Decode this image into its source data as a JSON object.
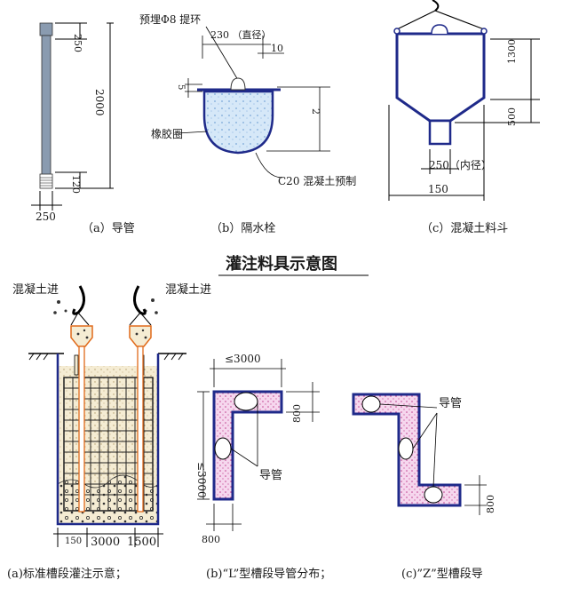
{
  "fig_top": {
    "title": "灌注料具示意图",
    "a": {
      "caption": "（a）导管",
      "dim_top": "250",
      "dim_len": "2000",
      "dim_bot": "120",
      "dim_width": "250"
    },
    "b": {
      "caption": "（b）隔水栓",
      "ring_label": "预埋Φ8 提环",
      "diameter_label": "230 （直径）",
      "dim_10": "10",
      "dim_5": "5",
      "dim_2": "2",
      "rubber_label": "橡胶圈",
      "concrete_label": "C20 混凝土预制"
    },
    "c": {
      "caption": "（c）混凝土料斗",
      "dim_1300": "1300",
      "dim_500": "500",
      "dim_inner": "250（内径）",
      "dim_150": "150"
    }
  },
  "fig_bottom": {
    "a": {
      "caption": "(a)标准槽段灌注示意；",
      "concrete_in_left": "混凝土进",
      "concrete_in_right": "混凝土进",
      "dim_150": "150",
      "dim_3000": "3000",
      "dim_1500": "1500"
    },
    "b": {
      "caption": "(b)“L”型槽段导管分布；",
      "dim_top": "≤3000",
      "dim_side": "≤3000",
      "dim_800_right": "800",
      "dim_800_bottom": "800",
      "pipe_label": "导管"
    },
    "c": {
      "caption": "(c)”Z”型槽段导",
      "pipe_label": "导管",
      "dim_800": "800"
    }
  },
  "colors": {
    "line": "#1a1a1a",
    "dark_blue": "#1f2a8a",
    "pipe_orange": "#e06a1a",
    "concrete_light_blue": "#cfe3f5",
    "slab_pink": "#f2c9e6",
    "slurry_tan": "#f3e6c8"
  }
}
